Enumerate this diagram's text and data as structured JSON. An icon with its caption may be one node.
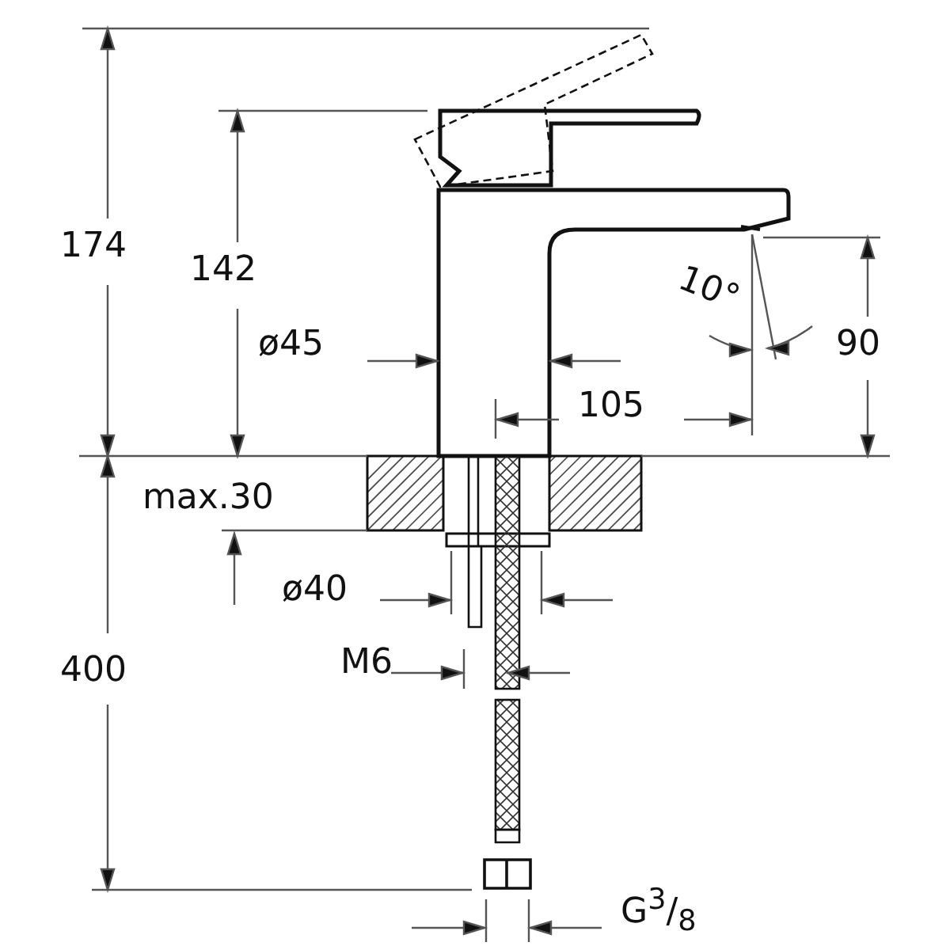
{
  "diagram": {
    "labels": [
      "174",
      "142",
      "ø45",
      "10°",
      "90",
      "105",
      "max.30",
      "ø40",
      "M6",
      "400",
      "G$^{3}$/$_{8}$"
    ]
  }
}
